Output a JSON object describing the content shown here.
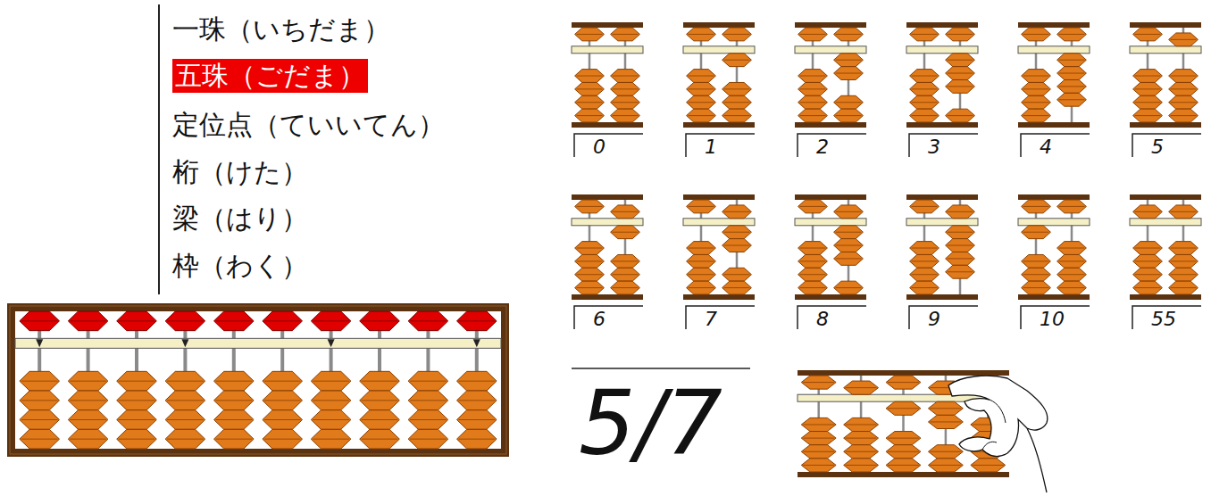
{
  "diagram": {
    "nodes": [
      {
        "text": [
          "五珠（ごだま）"
        ]
      }
    ],
    "labels": [
      "一珠（いちだま）",
      "定位点（ていいてん）",
      "桁（けた）",
      "梁（はり）",
      "枠（わく）",
      "0",
      "1",
      "2",
      "3",
      "4",
      "5",
      "6",
      "7",
      "8",
      "9",
      "10",
      "55",
      "5/7"
    ]
  }
}
